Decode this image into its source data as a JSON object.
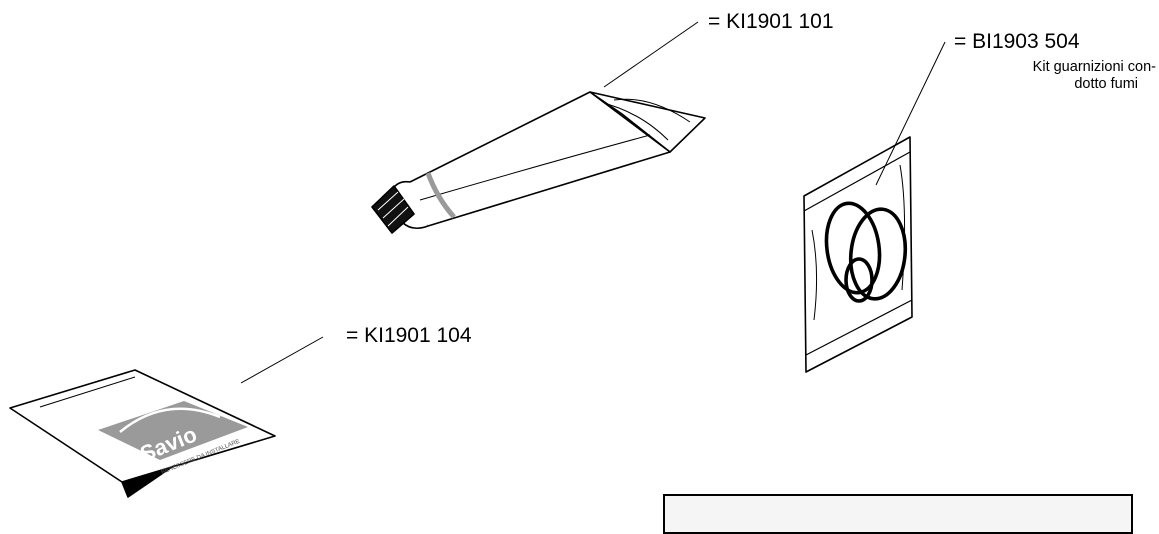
{
  "tube": {
    "code": "= KI1901 101"
  },
  "kit": {
    "code": "= BI1903 504",
    "description_line1": "Kit guarnizioni con-",
    "description_line2": "dotto fumi"
  },
  "manual": {
    "code": "= KI1901 104",
    "logo_text": "Savio",
    "logo_tagline": "BENESSERE DA INSTALLARE"
  }
}
